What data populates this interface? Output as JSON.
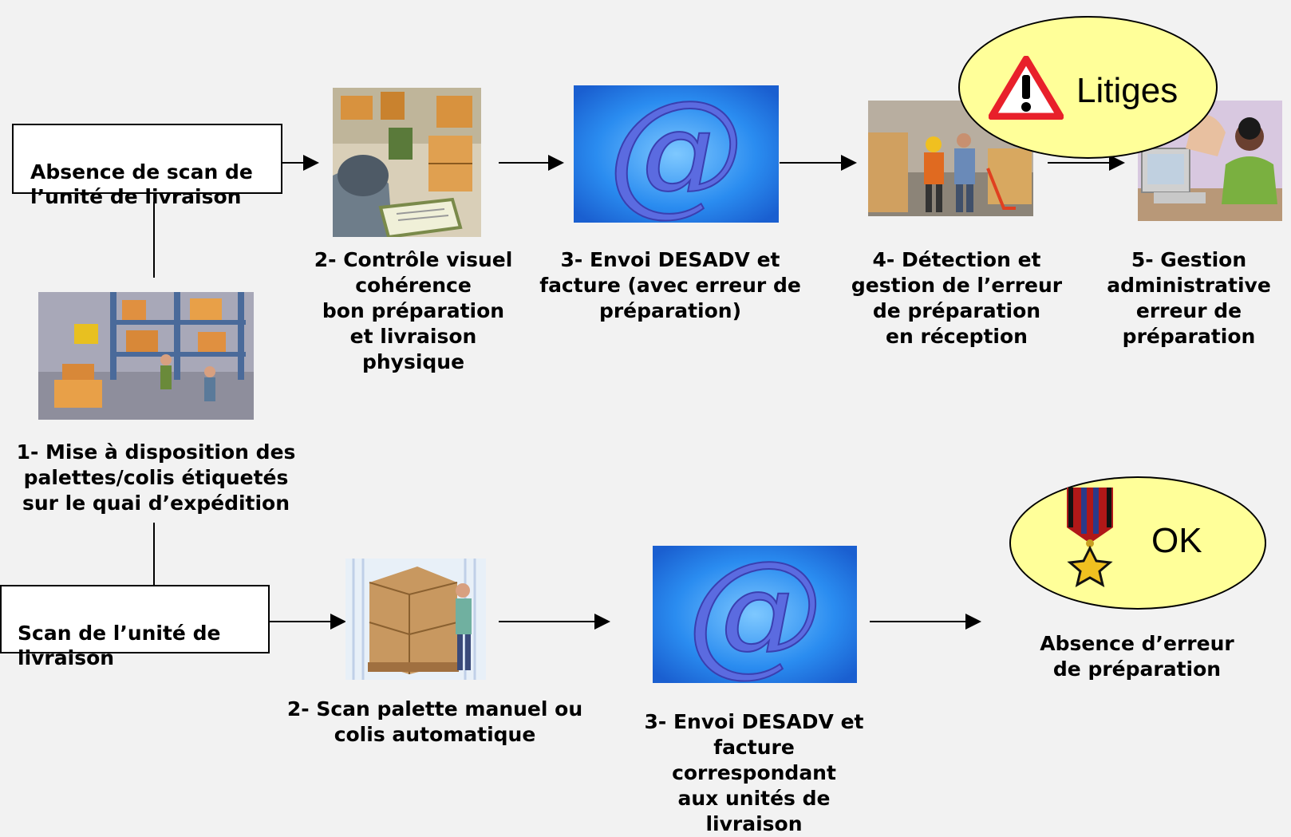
{
  "top": {
    "condition": "Absence de scan de\nl’unité de livraison",
    "step2": "2- Contrôle visuel\ncohérence\nbon préparation\net livraison\nphysique",
    "step3": "3- Envoi DESADV et\nfacture (avec erreur de\npréparation)",
    "step4": "4- Détection et\ngestion de l’erreur\nde préparation\nen réception",
    "step5": "5- Gestion\nadministrative\nerreur de\npréparation",
    "callout": "Litiges",
    "callout_icon": "warning-icon"
  },
  "middle": {
    "step1": "1- Mise à disposition des\npalettes/colis étiquetés\nsur le quai d’expédition"
  },
  "bottom": {
    "condition": "Scan de l’unité de\nlivraison",
    "step2": "2- Scan palette manuel ou\ncolis automatique",
    "step3": "3- Envoi DESADV et\nfacture correspondant\naux unités de livraison",
    "result": "Absence d’erreur\nde préparation",
    "callout": "OK",
    "callout_icon": "medal-icon"
  },
  "colors": {
    "callout_fill": "#ffff99",
    "warning_red": "#e8202a",
    "email_blue": "#1c6fe8"
  }
}
